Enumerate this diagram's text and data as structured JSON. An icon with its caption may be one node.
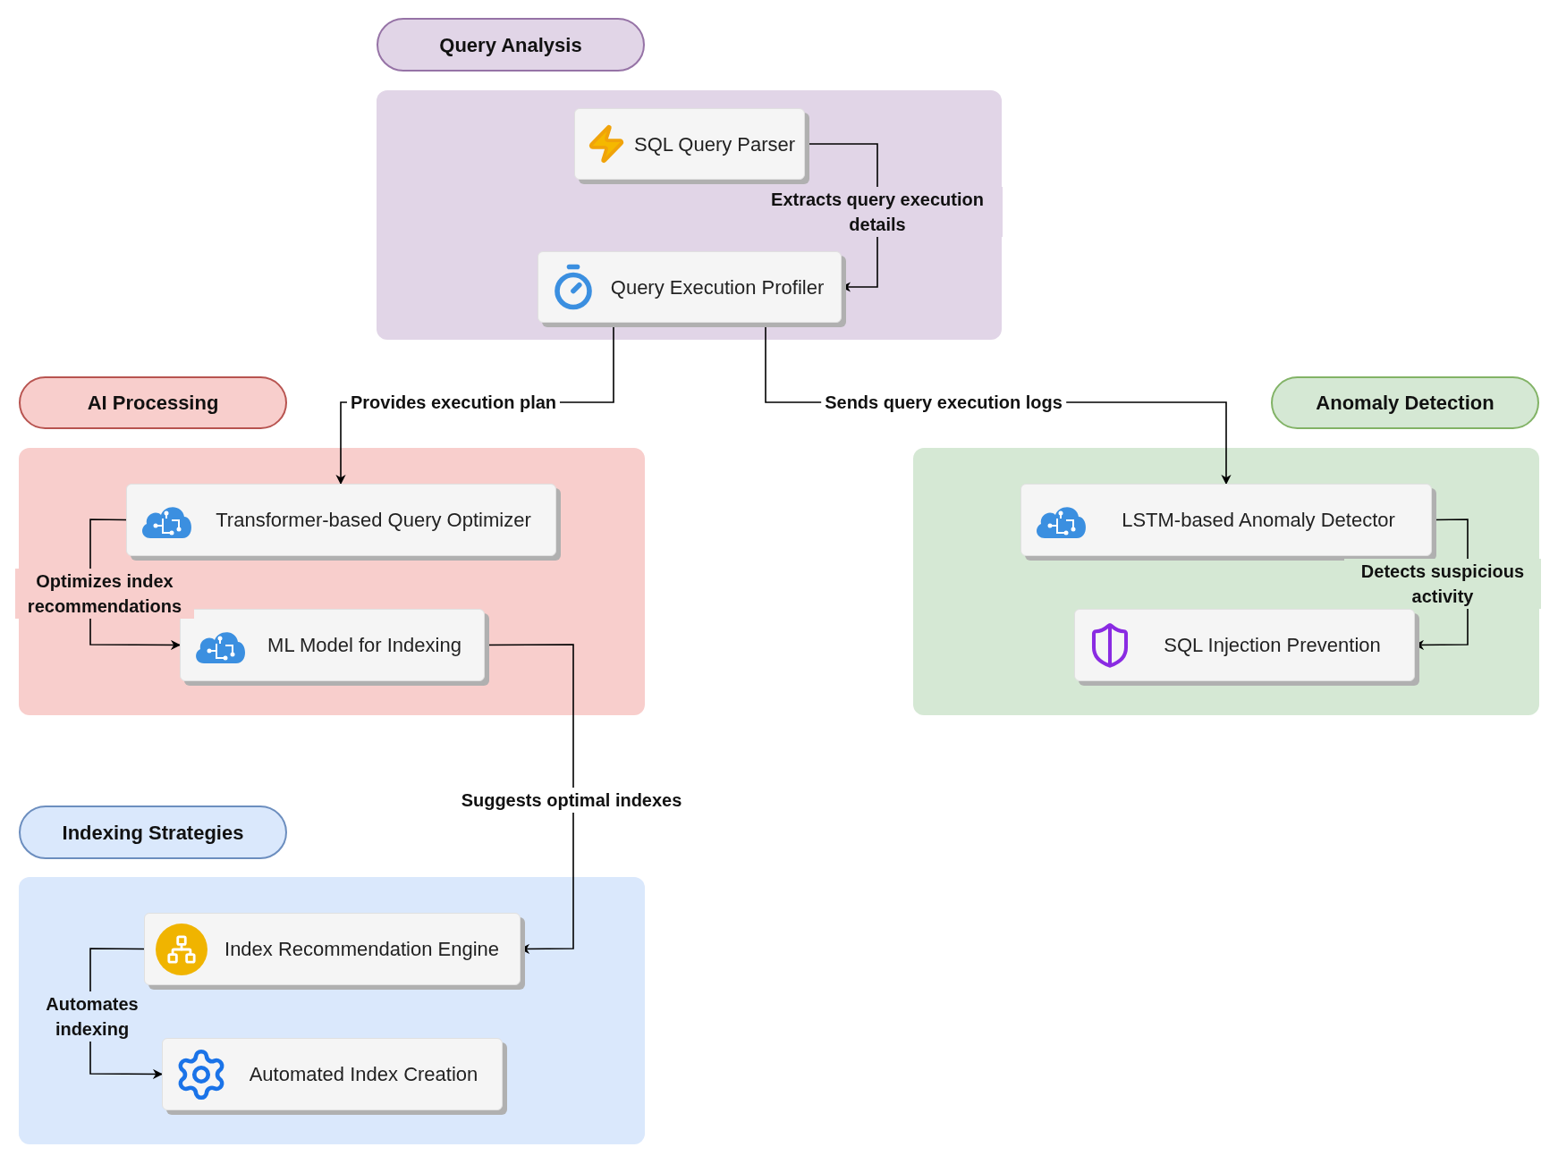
{
  "diagram": {
    "nodes": [
      {
        "text": [
          "Query Analysis"
        ]
      },
      {
        "text": [],
        "shape": "box"
      },
      {
        "text": [
          "SQL Query Parser"
        ],
        "in": 1
      },
      {
        "text": [
          "Query Execution Profiler"
        ],
        "in": 1
      },
      {
        "text": [
          "AI Processing"
        ]
      },
      {
        "text": [],
        "shape": "box"
      },
      {
        "text": [
          "Transformer-based Query Optimizer"
        ],
        "in": 5
      },
      {
        "text": [
          "ML Model for Indexing"
        ],
        "in": 5
      },
      {
        "text": [
          "Anomaly Detection"
        ]
      },
      {
        "text": [],
        "shape": "box"
      },
      {
        "text": [
          "LSTM-based Anomaly Detector"
        ],
        "in": 9
      },
      {
        "text": [
          "SQL Injection Prevention"
        ],
        "in": 9
      },
      {
        "text": [
          "Indexing Strategies"
        ]
      },
      {
        "text": [],
        "shape": "box"
      },
      {
        "text": [
          "Index Recommendation Engine"
        ],
        "in": 13
      },
      {
        "text": [
          "Automated Index Creation"
        ],
        "in": 13
      }
    ],
    "edges": [
      {
        "from": 2,
        "to": 3,
        "arrow": "to",
        "label": "Extracts query execution details"
      },
      {
        "from": 3,
        "to": 6,
        "arrow": "to",
        "label": "Provides execution plan"
      },
      {
        "from": 3,
        "to": 10,
        "arrow": "to",
        "label": "Sends query execution logs"
      },
      {
        "from": 6,
        "to": 7,
        "arrow": "to",
        "label": "Optimizes index recommendations"
      },
      {
        "from": 7,
        "to": 14,
        "arrow": "to",
        "label": "Suggests optimal indexes"
      },
      {
        "from": 10,
        "to": 11,
        "arrow": "to",
        "label": "Detects suspicious activity"
      },
      {
        "from": 14,
        "to": 15,
        "arrow": "to",
        "label": "Automates indexing"
      }
    ]
  }
}
